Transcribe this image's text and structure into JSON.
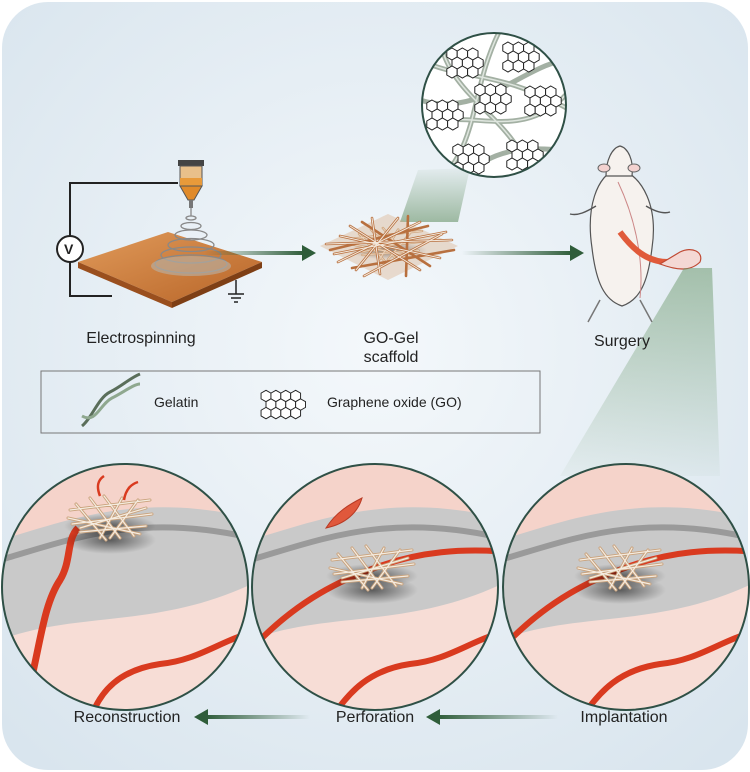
{
  "labels": {
    "electrospinning": "Electrospinning",
    "scaffold_line1": "GO-Gel",
    "scaffold_line2": "scaffold",
    "surgery": "Surgery",
    "reconstruction": "Reconstruction",
    "perforation": "Perforation",
    "implantation": "Implantation",
    "voltage_symbol": "V"
  },
  "legend": {
    "items": [
      {
        "label": "Gelatin",
        "icon": "gelatin-helix-icon"
      },
      {
        "label": "Graphene oxide (GO)",
        "icon": "graphene-hexagon-icon"
      }
    ]
  },
  "colors": {
    "background": "#e6eef4",
    "arrow": "#2f5d3a",
    "tissue_pink": "#f6d2c9",
    "tissue_gray": "#c8c8c8",
    "vessel_red": "#d93a1f",
    "copper_plate": "#c8773a",
    "circle_border": "#2f5046"
  }
}
